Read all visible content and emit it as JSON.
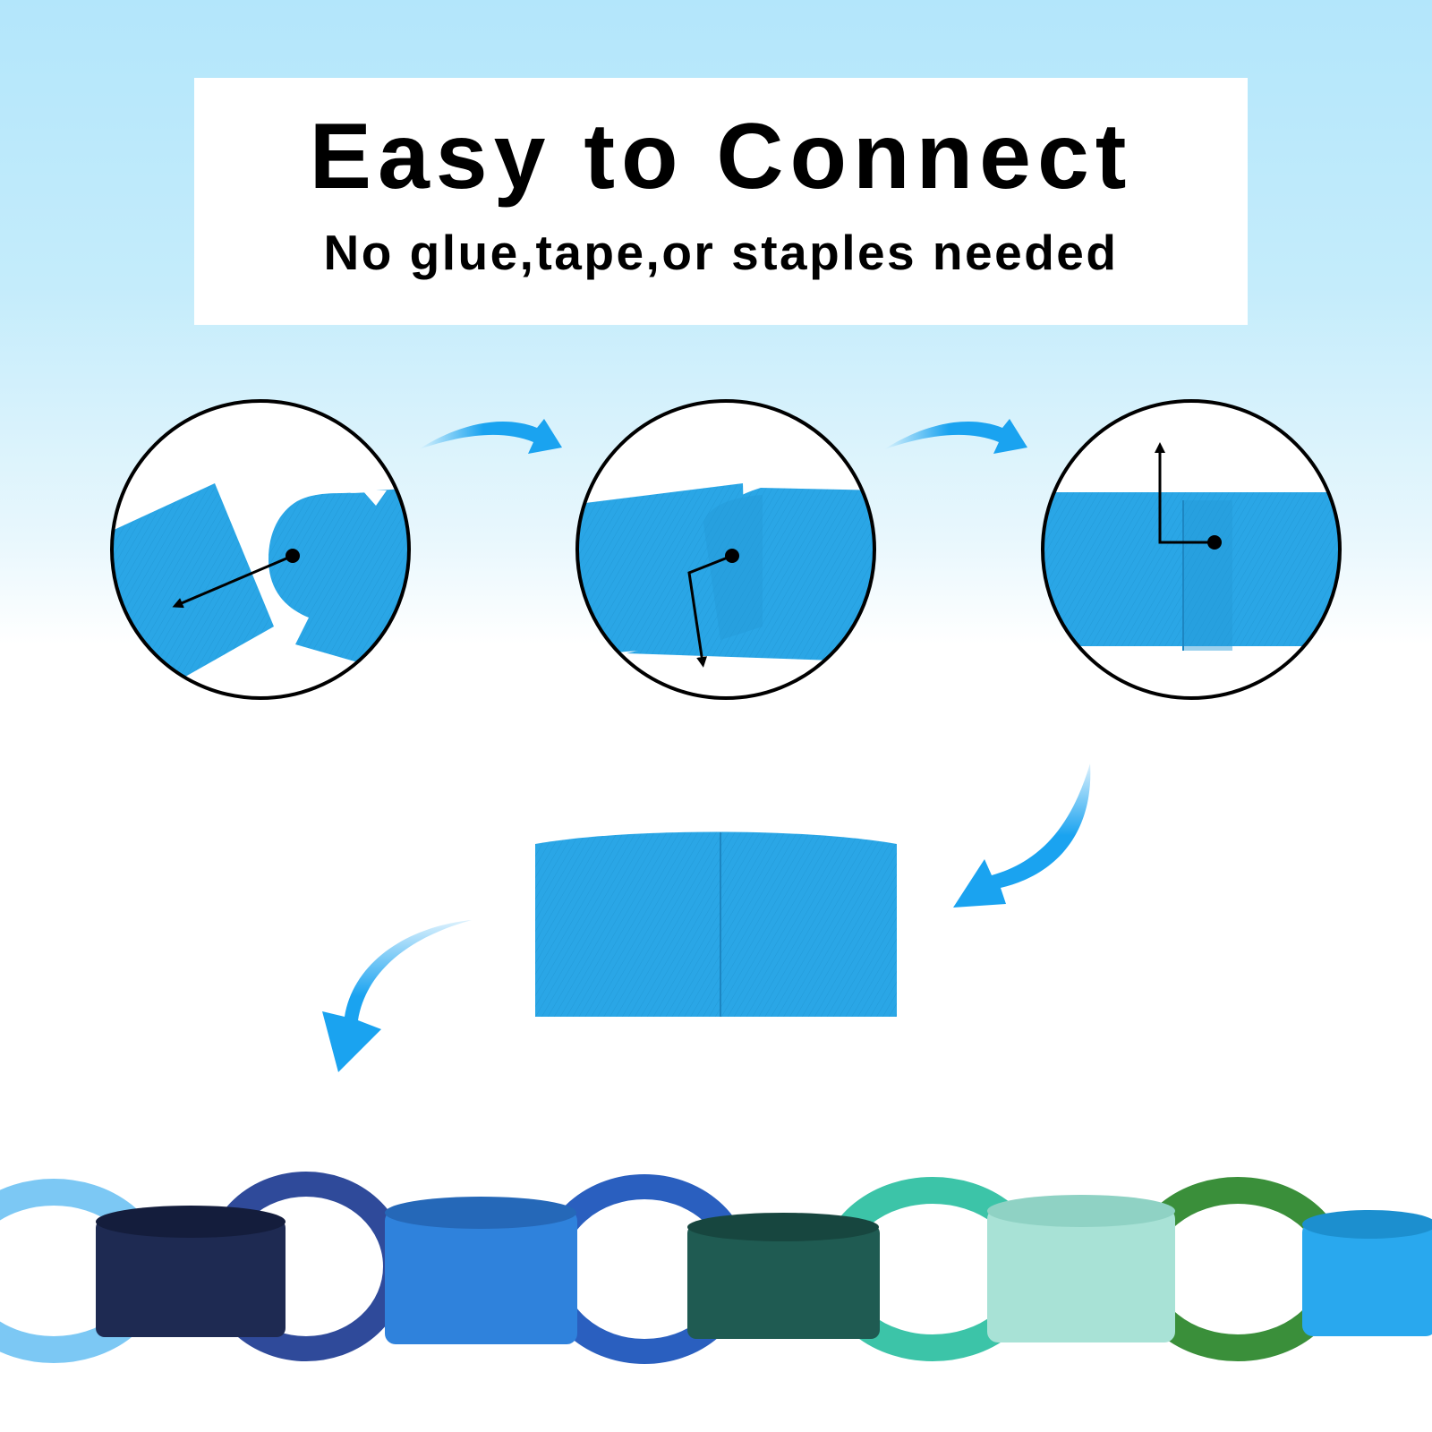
{
  "header": {
    "title": "Easy to Connect",
    "subtitle": "No glue,tape,or staples needed"
  },
  "steps": [
    {
      "name": "step-1-insert-tab"
    },
    {
      "name": "step-2-fold-tab"
    },
    {
      "name": "step-3-lock-tab"
    }
  ],
  "colors": {
    "paper_blue": "#2aa6e6",
    "arrow_blue": "#1aa3f0",
    "chain_links": [
      "#7cc8f4",
      "#1e2a52",
      "#2f4a9a",
      "#2f82dc",
      "#2a5fbf",
      "#1f5b52",
      "#3cc4a8",
      "#a8e2d6",
      "#3a8f3a",
      "#29a8ee"
    ]
  }
}
